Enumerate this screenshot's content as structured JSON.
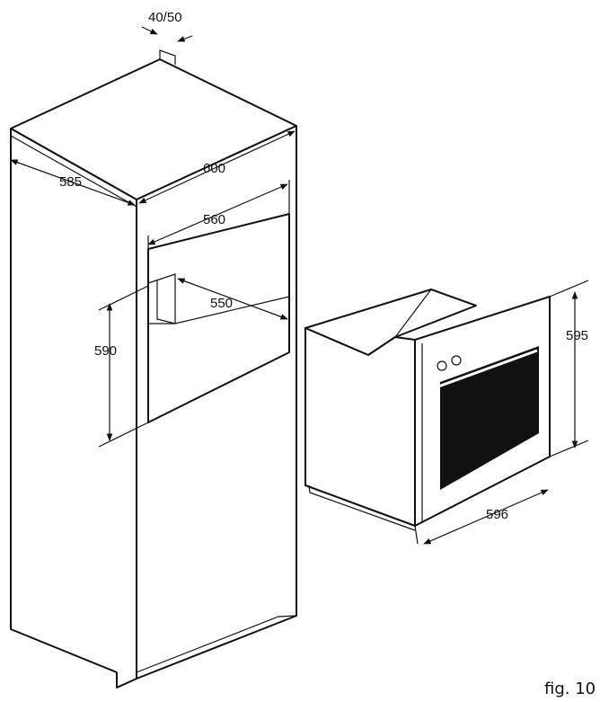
{
  "dimensions": {
    "gap": "40/50",
    "cabinet_depth": "585",
    "cabinet_width": "600",
    "niche_width": "560",
    "niche_depth": "550",
    "niche_height": "590",
    "oven_height": "595",
    "oven_width": "596"
  },
  "caption": "fig. 10",
  "colors": {
    "line": "#111111",
    "window": "#111111",
    "background": "#ffffff"
  }
}
